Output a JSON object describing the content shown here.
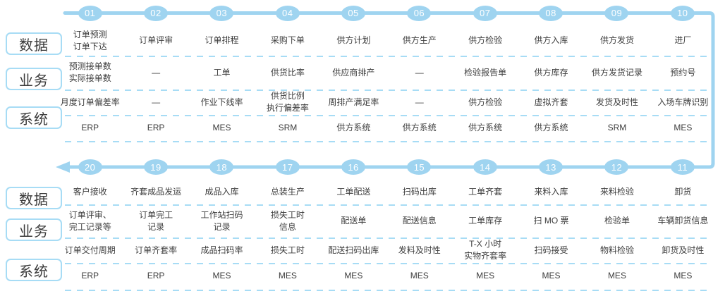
{
  "colors": {
    "accent": "#9fd4f0",
    "dashed": "#a7dcf5",
    "text": "#3d3d3d",
    "number_text": "#ffffff"
  },
  "row_labels": [
    "数据",
    "业务",
    "系统"
  ],
  "sections": [
    {
      "steps": [
        {
          "num": "01",
          "title": "订单预测\n订单下达",
          "data": "预测接单数\n实际接单数",
          "metric": "月度订单偏差率",
          "system": "ERP"
        },
        {
          "num": "02",
          "title": "订单评审",
          "data": "—",
          "metric": "—",
          "system": "ERP"
        },
        {
          "num": "03",
          "title": "订单排程",
          "data": "工单",
          "metric": "作业下线率",
          "system": "MES"
        },
        {
          "num": "04",
          "title": "采购下单",
          "data": "供货比率",
          "metric": "供货比例\n执行偏差率",
          "system": "SRM"
        },
        {
          "num": "05",
          "title": "供方计划",
          "data": "供应商排产",
          "metric": "周排产满足率",
          "system": "供方系统"
        },
        {
          "num": "06",
          "title": "供方生产",
          "data": "—",
          "metric": "—",
          "system": "供方系统"
        },
        {
          "num": "07",
          "title": "供方检验",
          "data": "检验报告单",
          "metric": "供方检验",
          "system": "供方系统"
        },
        {
          "num": "08",
          "title": "供方入库",
          "data": "供方库存",
          "metric": "虚拟齐套",
          "system": "供方系统"
        },
        {
          "num": "09",
          "title": "供方发货",
          "data": "供方发货记录",
          "metric": "发货及时性",
          "system": "SRM"
        },
        {
          "num": "10",
          "title": "进厂",
          "data": "预约号",
          "metric": "入场车牌识别",
          "system": "MES"
        }
      ]
    },
    {
      "steps": [
        {
          "num": "20",
          "title": "客户接收",
          "data": "订单评审、\n完工记录等",
          "metric": "订单交付周期",
          "system": "ERP"
        },
        {
          "num": "19",
          "title": "齐套成品发运",
          "data": "订单完工\n记录",
          "metric": "订单齐套率",
          "system": "ERP"
        },
        {
          "num": "18",
          "title": "成品入库",
          "data": "工作站扫码\n记录",
          "metric": "成品扫码率",
          "system": "MES"
        },
        {
          "num": "17",
          "title": "总装生产",
          "data": "损失工时\n信息",
          "metric": "损失工时",
          "system": "MES"
        },
        {
          "num": "16",
          "title": "工单配送",
          "data": "配送单",
          "metric": "配送扫码出库",
          "system": "MES"
        },
        {
          "num": "15",
          "title": "扫码出库",
          "data": "配送信息",
          "metric": "发料及时性",
          "system": "MES"
        },
        {
          "num": "14",
          "title": "工单齐套",
          "data": "工单库存",
          "metric": "T-X 小时\n实物齐套率",
          "system": "MES"
        },
        {
          "num": "13",
          "title": "来料入库",
          "data": "扫 MO 票",
          "metric": "扫码接受",
          "system": "MES"
        },
        {
          "num": "12",
          "title": "来料检验",
          "data": "检验单",
          "metric": "物料检验",
          "system": "MES"
        },
        {
          "num": "11",
          "title": "卸货",
          "data": "车辆卸货信息",
          "metric": "卸货及时性",
          "system": "MES"
        }
      ]
    }
  ]
}
